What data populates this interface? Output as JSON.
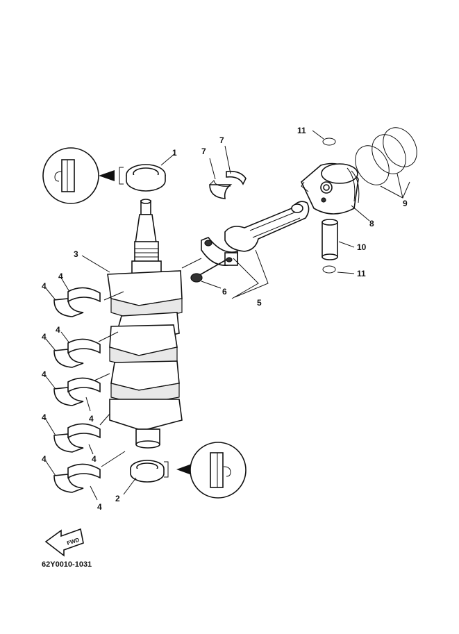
{
  "labels": {
    "l1": "1",
    "l2": "2",
    "l3": "3",
    "l4a": "4",
    "l4b": "4",
    "l4c": "4",
    "l4d": "4",
    "l4e": "4",
    "l4f": "4",
    "l4g": "4",
    "l4h": "4",
    "l4i": "4",
    "l4j": "4",
    "l5": "5",
    "l6": "6",
    "l7a": "7",
    "l7b": "7",
    "l8": "8",
    "l9": "9",
    "l10": "10",
    "l11a": "11",
    "l11b": "11"
  },
  "fwd_label": "FWD",
  "diagram_code": "62Y0010-1031"
}
